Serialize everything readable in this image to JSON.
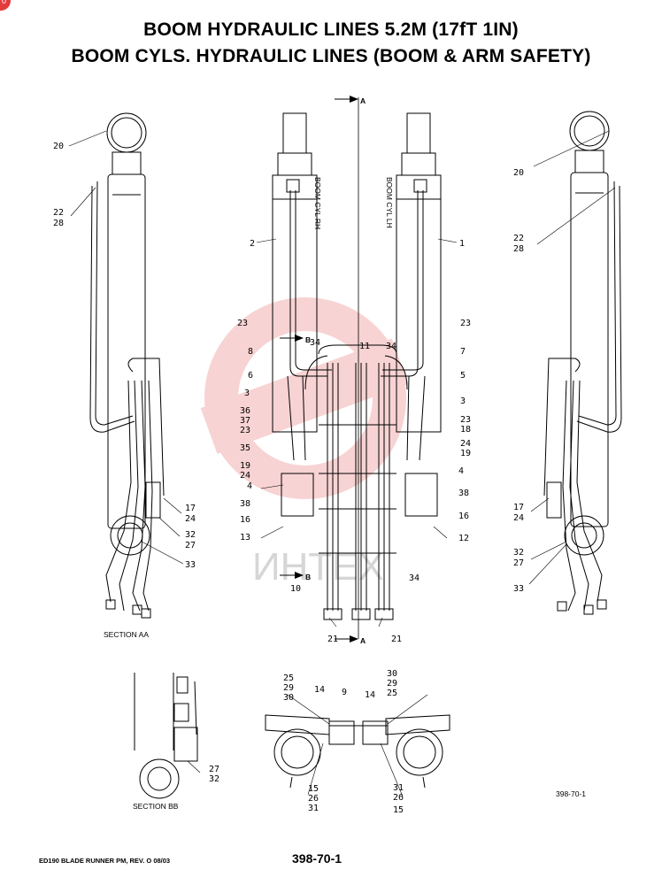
{
  "badge": "0",
  "title": {
    "line1": "BOOM HYDRAULIC LINES 5.2M (17fT 1IN)",
    "line2": "BOOM CYLS. HYDRAULIC LINES (BOOM & ARM SAFETY)"
  },
  "footer": {
    "left": "ED190 BLADE RUNNER PM, REV. O 08/03",
    "center": "398-70-1"
  },
  "figure_id": "398-70-1",
  "sections": {
    "aa": "SECTION AA",
    "bb": "SECTION BB",
    "cut_a": "A",
    "cut_b": "B"
  },
  "cyl_labels": {
    "rh": "BOOM CYL RH",
    "lh": "BOOM CYL LH"
  },
  "watermark": "ИНТЕХ",
  "callouts": {
    "l20": "20",
    "l22": "22",
    "l28": "28",
    "l17": "17",
    "l24": "24",
    "l32": "32",
    "l27": "27",
    "l33": "33",
    "r20": "20",
    "r22": "22",
    "r28": "28",
    "r17": "17",
    "r24": "24",
    "r32": "32",
    "r27": "27",
    "r33": "33",
    "c2": "2",
    "c1": "1",
    "c23a": "23",
    "c8": "8",
    "c6": "6",
    "c3a": "3",
    "c36": "36",
    "c37": "37",
    "c23b": "23",
    "c35": "35",
    "c19a": "19",
    "c24a": "24",
    "c4a": "4",
    "c38a": "38",
    "c16a": "16",
    "c13": "13",
    "c34a": "34",
    "c11": "11",
    "c34b": "34",
    "c23c": "23",
    "c7": "7",
    "c5": "5",
    "c3b": "3",
    "c23d": "23",
    "c18": "18",
    "c24b": "24",
    "c19b": "19",
    "c4b": "4",
    "c38b": "38",
    "c16b": "16",
    "c12": "12",
    "c34c": "34",
    "c10": "10",
    "c21a": "21",
    "c21b": "21",
    "b25a": "25",
    "b29a": "29",
    "b30a": "30",
    "b14a": "14",
    "b9": "9",
    "b14b": "14",
    "b30b": "30",
    "b29b": "29",
    "b25b": "25",
    "b15a": "15",
    "b26a": "26",
    "b31a": "31",
    "b31b": "31",
    "b26b": "26",
    "b15b": "15",
    "bb27": "27",
    "bb32": "32"
  }
}
